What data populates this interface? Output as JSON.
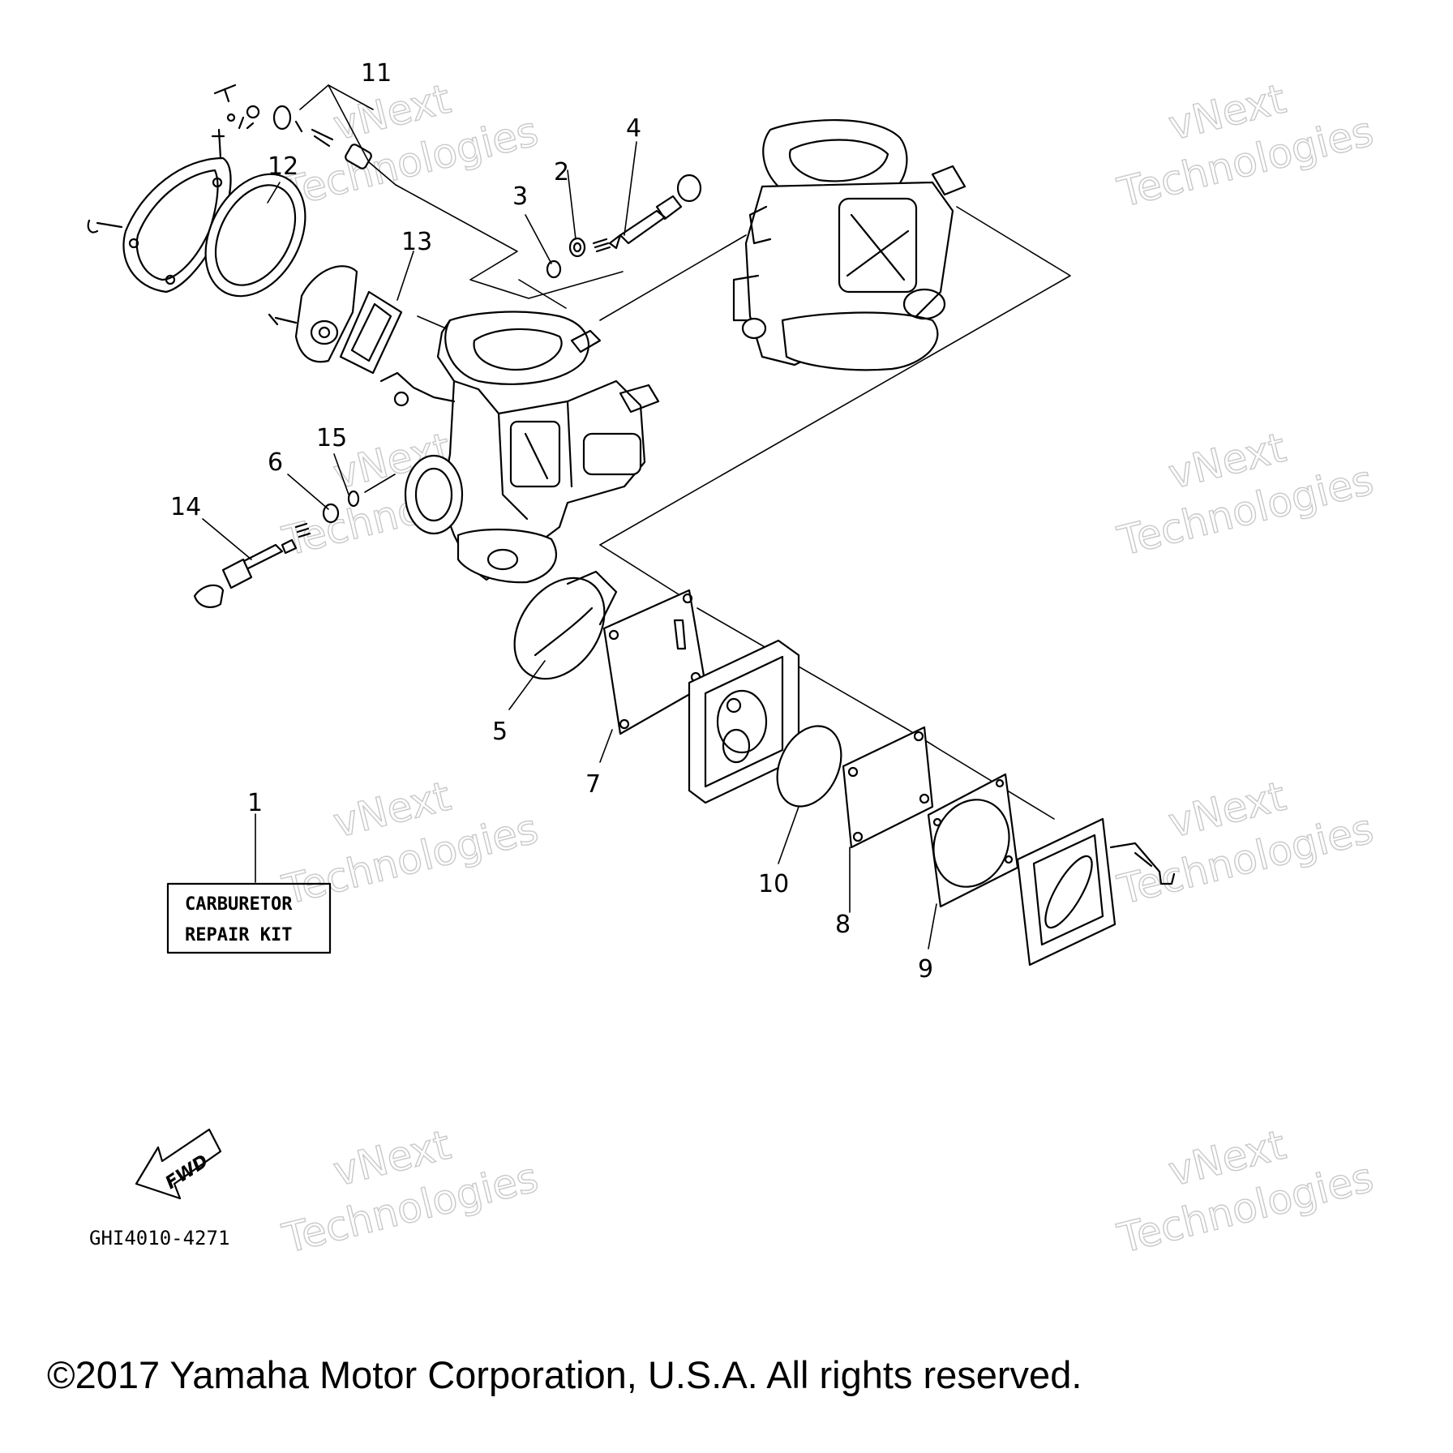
{
  "callouts": [
    {
      "id": "1",
      "label": "1"
    },
    {
      "id": "2",
      "label": "2"
    },
    {
      "id": "3",
      "label": "3"
    },
    {
      "id": "4",
      "label": "4"
    },
    {
      "id": "5",
      "label": "5"
    },
    {
      "id": "6",
      "label": "6"
    },
    {
      "id": "7",
      "label": "7"
    },
    {
      "id": "8",
      "label": "8"
    },
    {
      "id": "9",
      "label": "9"
    },
    {
      "id": "10",
      "label": "10"
    },
    {
      "id": "11",
      "label": "11"
    },
    {
      "id": "12",
      "label": "12"
    },
    {
      "id": "13",
      "label": "13"
    },
    {
      "id": "14",
      "label": "14"
    },
    {
      "id": "15",
      "label": "15"
    }
  ],
  "repair_kit": {
    "line1": "CARBURETOR",
    "line2": "REPAIR  KIT"
  },
  "fwd_arrow": {
    "label": "FWD"
  },
  "diagram_code": "GHI4010-4271",
  "watermark": {
    "line1": "vNext",
    "line2": "Technologies"
  },
  "copyright": "©2017 Yamaha Motor Corporation, U.S.A. All rights reserved."
}
